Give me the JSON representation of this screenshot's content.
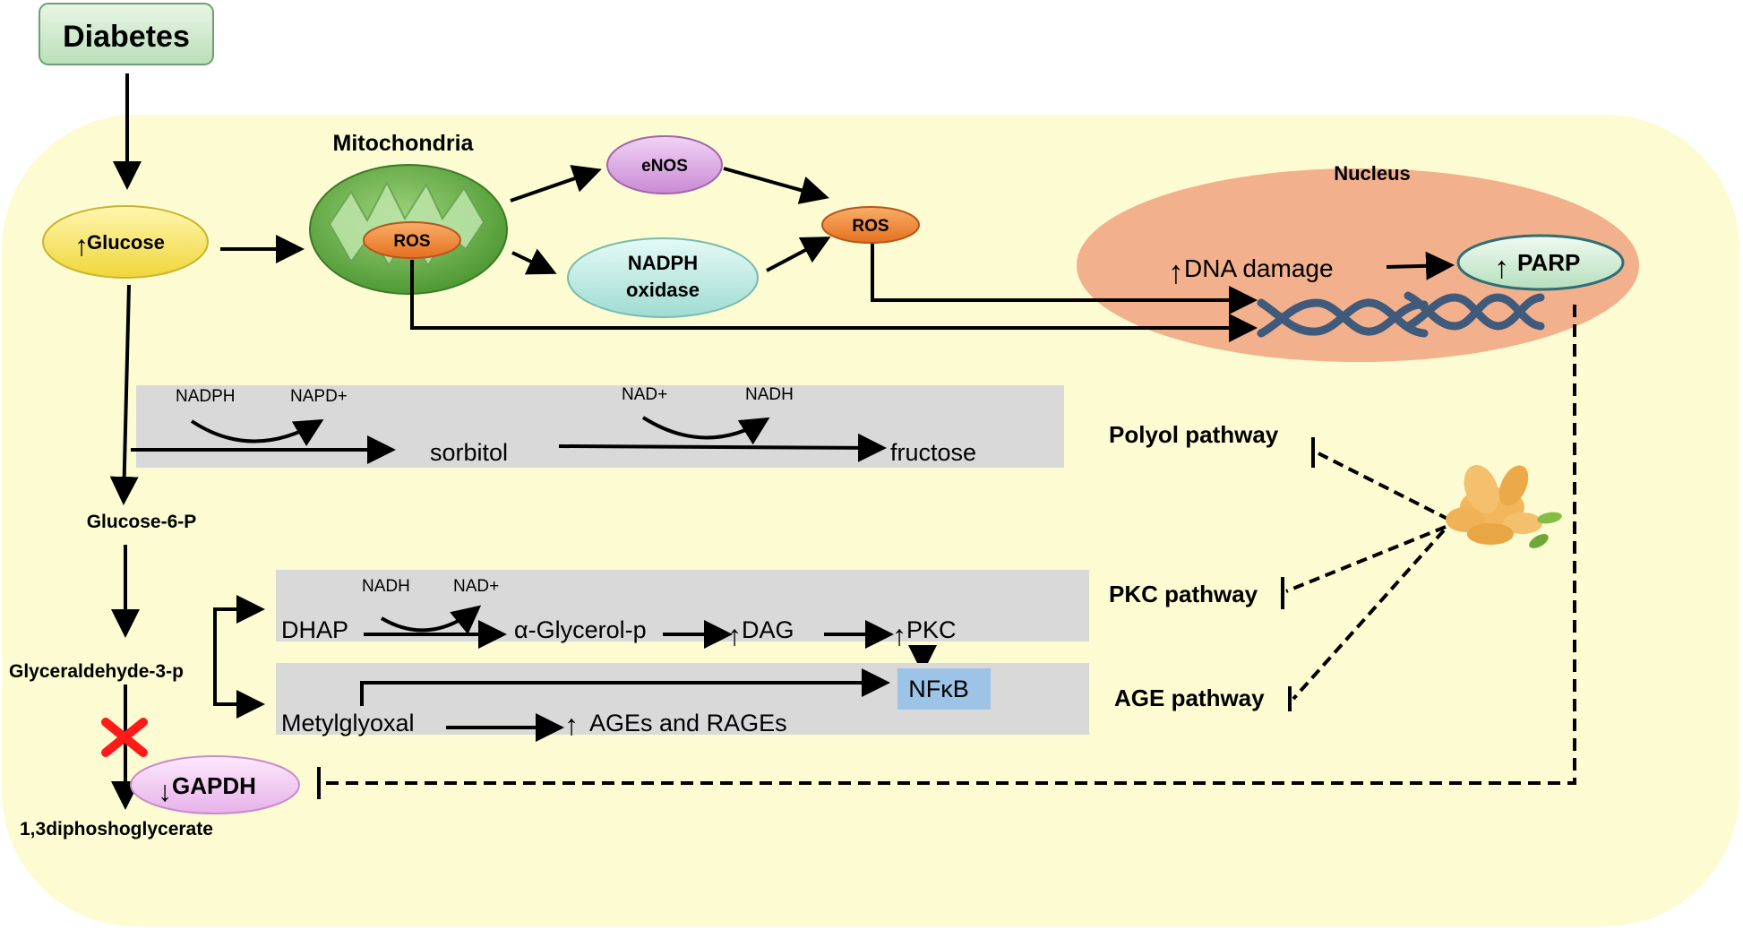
{
  "title": "Diabetes",
  "nodes": {
    "glucose": "Glucose",
    "mitochondria": "Mitochondria",
    "ros_mito": "ROS",
    "enos": "eNOS",
    "nadph_oxidase_line1": "NADPH",
    "nadph_oxidase_line2": "oxidase",
    "ros_right": "ROS",
    "nucleus": "Nucleus",
    "dna_damage": "DNA damage",
    "parp": "PARP",
    "glucose6p": "Glucose-6-P",
    "glyceraldehyde3p": "Glyceraldehyde-3-p",
    "gapdh": "GAPDH",
    "diphosphoglycerate": "1,3diphoshoglycerate"
  },
  "polyol_box": {
    "nadph": "NADPH",
    "napd_plus": "NAPD+",
    "sorbitol": "sorbitol",
    "nad_plus": "NAD+",
    "nadh": "NADH",
    "fructose": "fructose"
  },
  "pkc_box": {
    "nadh": "NADH",
    "nad_plus": "NAD+",
    "dhap": "DHAP",
    "glycerol_p": "α-Glycerol-p",
    "dag": "DAG",
    "pkc": "PKC",
    "nfkb": "NFκB"
  },
  "age_box": {
    "metylglyoxal": "Metylglyoxal",
    "ages_rages": "AGEs and RAGEs"
  },
  "pathways": {
    "polyol": "Polyol pathway",
    "pkc": "PKC pathway",
    "age": "AGE pathway"
  },
  "colors": {
    "cell_background": "#fdfbd1",
    "diabetes_box": "#d3ecd3",
    "glucose": "#f6e36a",
    "mitochondria": "#6ab24c",
    "ros": "#ef8a3c",
    "enos": "#dca6e4",
    "nadph_oxidase": "#bde9e3",
    "nucleus": "#f2b08c",
    "parp": "#d2ecd6",
    "gapdh": "#f2cdf2",
    "pathway_box": "#d9d9d9",
    "nfkb": "#9dc3e6",
    "inhibition_x": "#ff1a1a",
    "dna": "#3f5a7a",
    "ginger": "#f2b75d"
  },
  "icons": {
    "up_arrow": "up-arrow-icon",
    "down_arrow": "down-arrow-icon",
    "block": "red-x-block-icon",
    "dna": "dna-helix-icon",
    "ginger": "ginger-root-icon"
  }
}
